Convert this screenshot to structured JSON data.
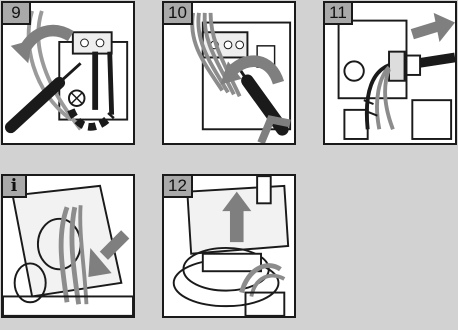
{
  "panels": [
    {
      "label": "9",
      "icon": "step-number"
    },
    {
      "label": "10",
      "icon": "step-number"
    },
    {
      "label": "11",
      "icon": "step-number"
    },
    {
      "label": "i",
      "icon": "info-icon"
    },
    {
      "label": "12",
      "icon": "step-number"
    }
  ],
  "colors": {
    "background": "#d2d2d2",
    "badge": "#a9a9a9",
    "arrow": "#7f7f7f",
    "line": "#1a1a1a"
  }
}
